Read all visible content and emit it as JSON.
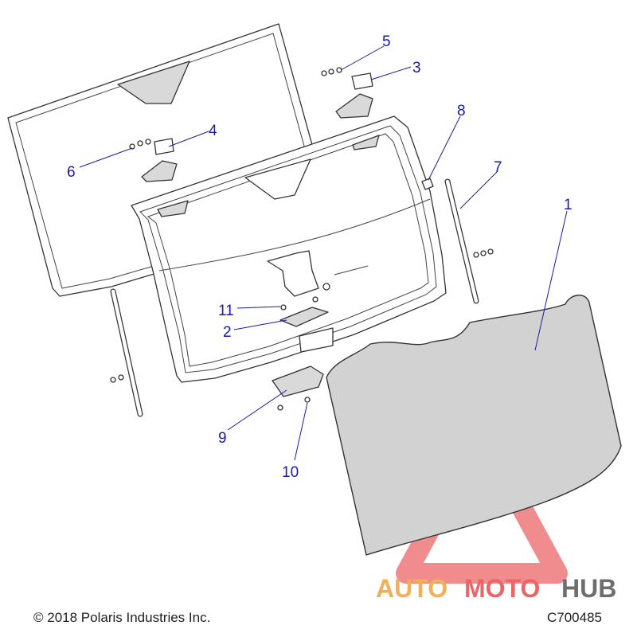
{
  "callouts": [
    {
      "id": "1",
      "label": "1"
    },
    {
      "id": "2",
      "label": "2"
    },
    {
      "id": "3",
      "label": "3"
    },
    {
      "id": "4",
      "label": "4"
    },
    {
      "id": "5",
      "label": "5"
    },
    {
      "id": "6",
      "label": "6"
    },
    {
      "id": "7",
      "label": "7"
    },
    {
      "id": "8",
      "label": "8"
    },
    {
      "id": "9",
      "label": "9"
    },
    {
      "id": "10",
      "label": "10"
    },
    {
      "id": "11",
      "label": "11"
    }
  ],
  "watermark": {
    "text_auto": "AUTO",
    "text_moto": "MOTO",
    "text_hub": "HUB",
    "colors": {
      "orange": "#f2a23a",
      "red": "#e8494d",
      "grey": "#555555"
    }
  },
  "footer": {
    "copyright": "© 2018 Polaris Industries Inc.",
    "drawing_id": "C700485"
  },
  "colors": {
    "callout": "#1a1aa8",
    "line": "#333333",
    "glass": "#d2d2d2"
  }
}
